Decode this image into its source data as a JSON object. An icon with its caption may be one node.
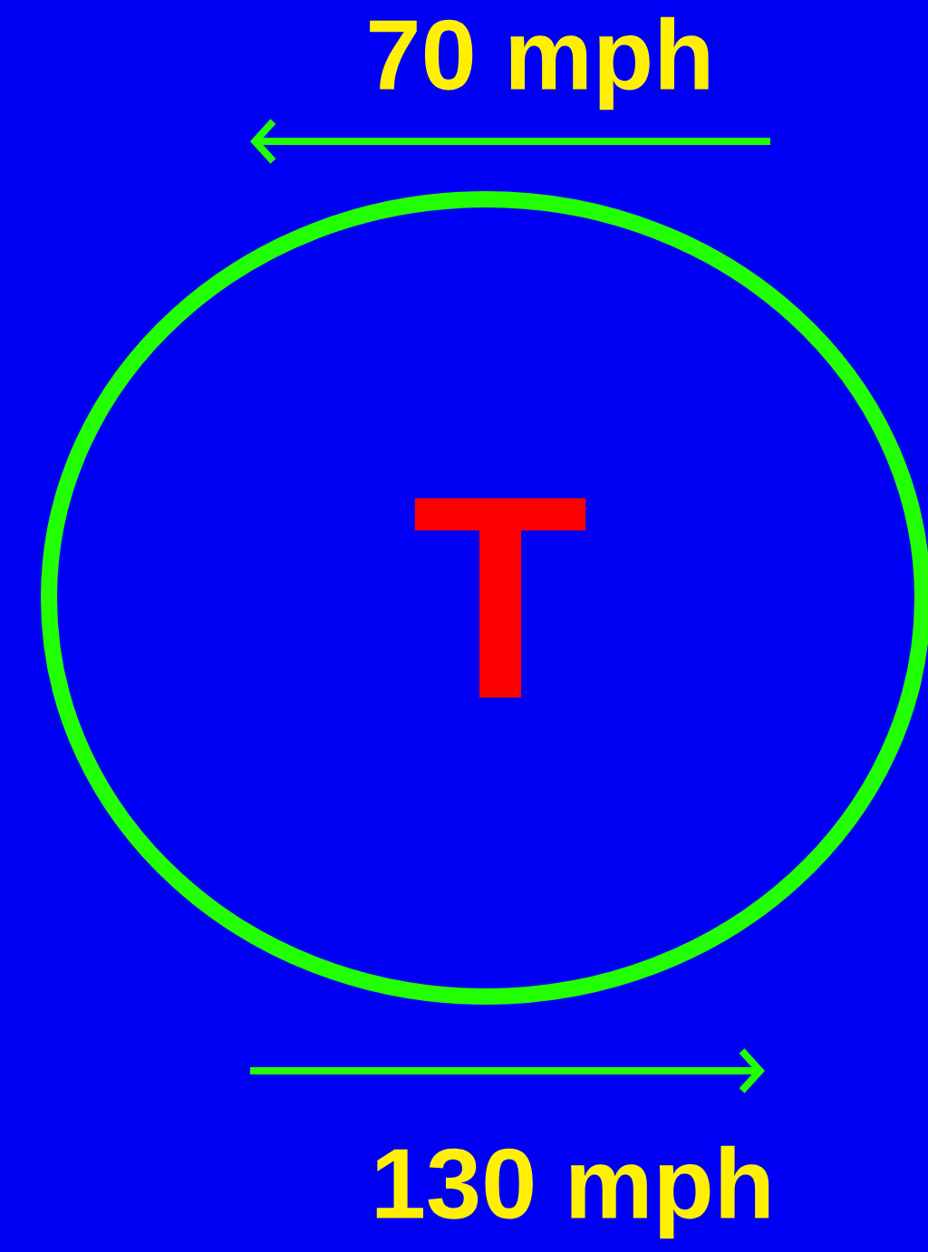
{
  "diagram": {
    "nodes": [
      {
        "text": [
          "T"
        ]
      }
    ],
    "labels": [
      "70 mph",
      "130 mph"
    ]
  }
}
